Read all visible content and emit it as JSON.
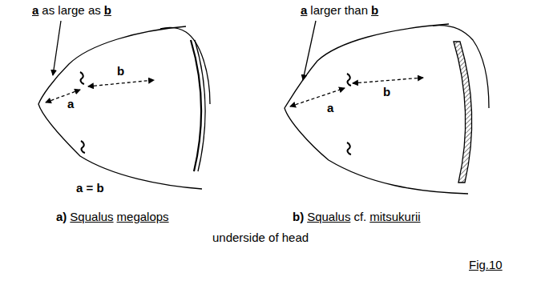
{
  "diagram": {
    "labels": [
      "a",
      "as large as",
      "b",
      "a",
      "b",
      "a = b",
      "a",
      "larger than",
      "b",
      "a",
      "b",
      "a)",
      "Squalus",
      "megalops",
      "b)",
      "Squalus",
      "cf.",
      "mitsukurii",
      "underside of head",
      "Fig.10"
    ]
  }
}
